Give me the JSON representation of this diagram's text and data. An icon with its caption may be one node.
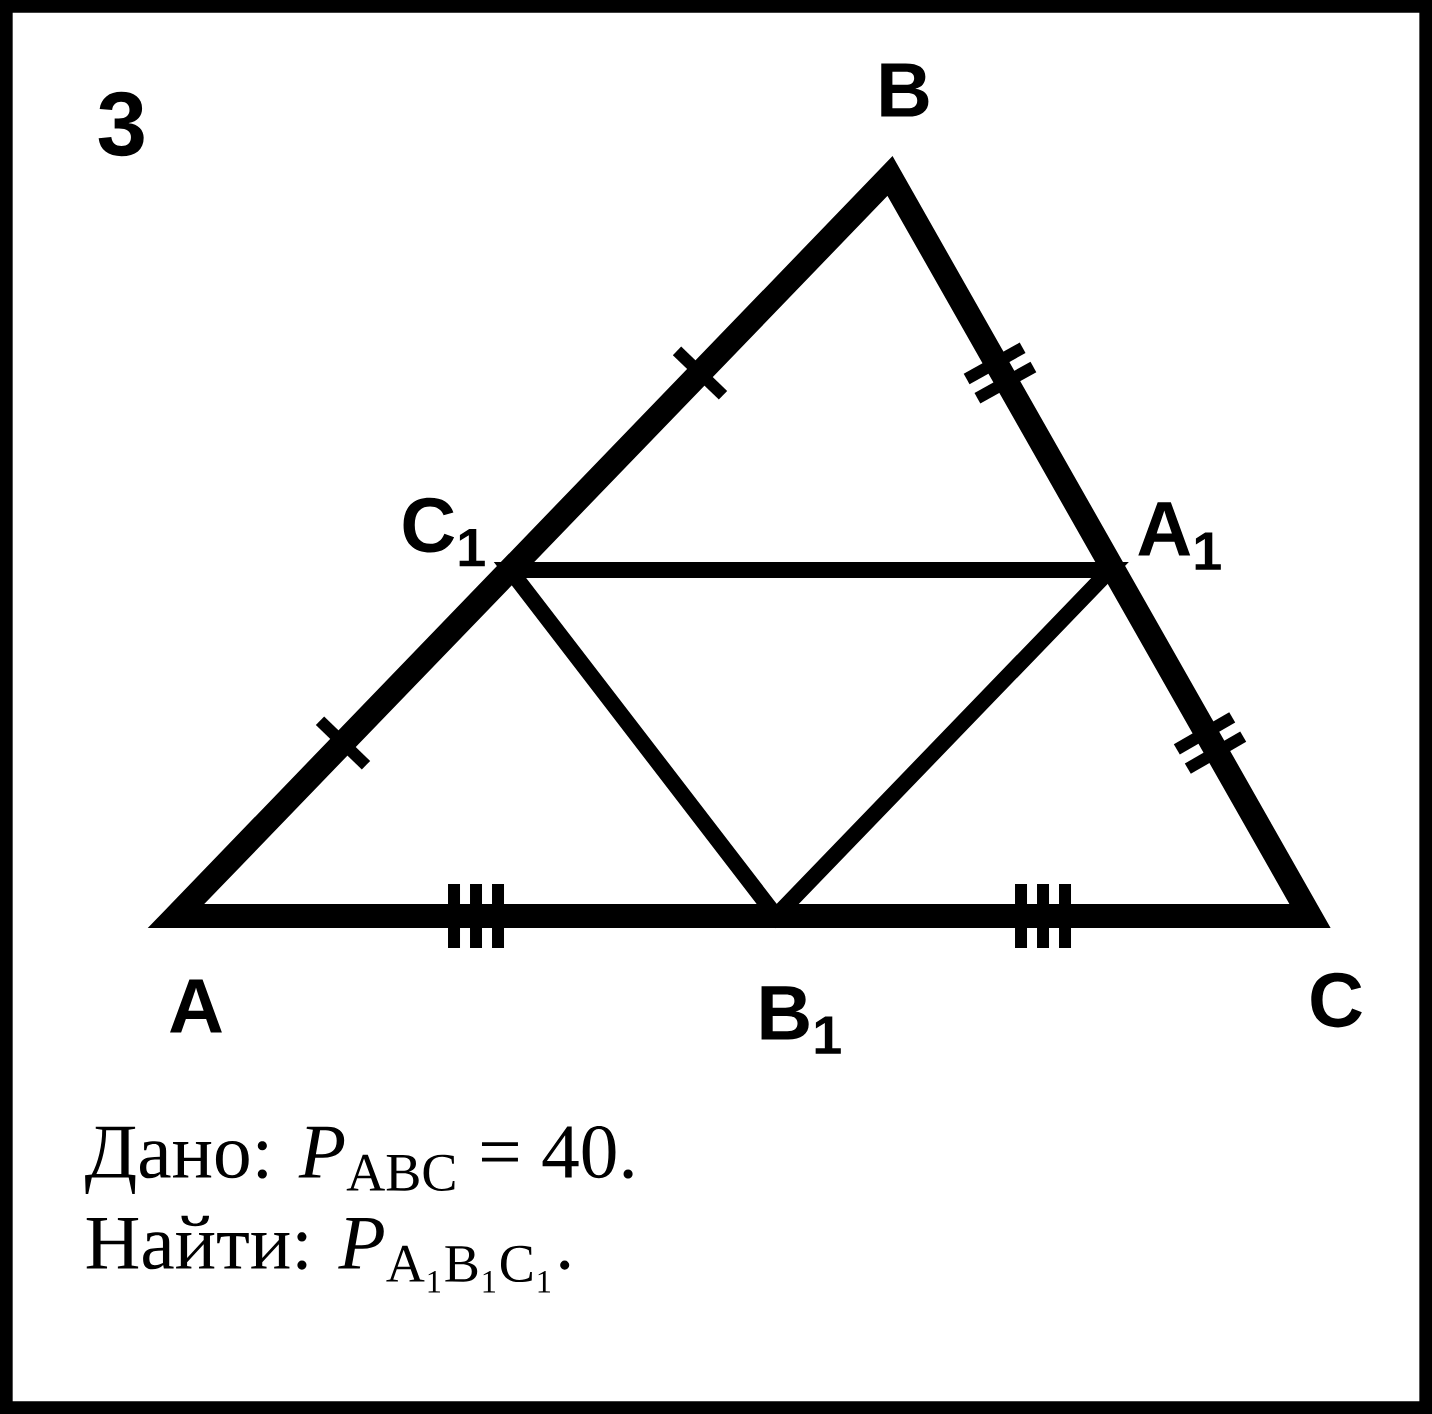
{
  "diagram": {
    "labels": [
      "3",
      "B",
      "C$_{1}$",
      "A$_{1}$",
      "A",
      "B$_{1}$",
      "C",
      "Дано: *P*$_{ABC}$ = 40.",
      "Найти: *P*$_{A₁B₁C₁}$."
    ]
  }
}
